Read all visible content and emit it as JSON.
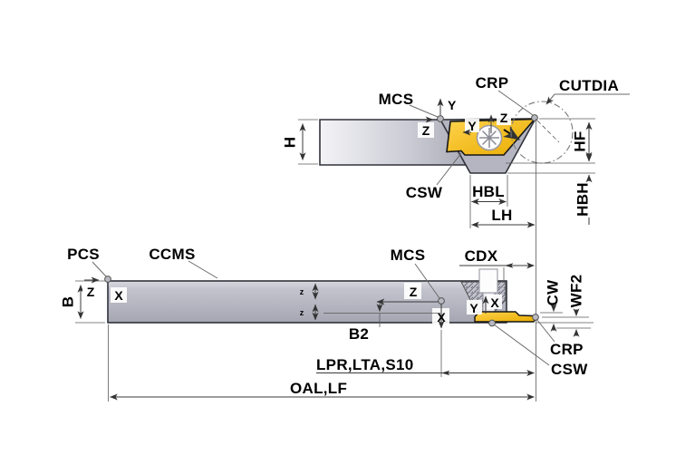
{
  "figure": {
    "description": "Technical dimension drawing of a cut-off / grooving tool holder with indexable yellow insert, shown in side elevation view (top) and plan view (bottom)",
    "colors": {
      "insert_yellow": "#F2B705",
      "body_gray_light": "#F2F2F6",
      "body_gray_dark": "#9FA1AD",
      "bar_gray": "#B3B4BF",
      "outline": "#30323A",
      "dimension_line": "#3A3A3A",
      "marker_dot": "#B9B9C2",
      "background": "#FFFFFF"
    },
    "side_view": {
      "labels": {
        "mcs": "MCS",
        "axis_y": "Y",
        "axis_z": "Z",
        "crp": "CRP",
        "cutdia": "CUTDIA",
        "insert_axis_y": "Y",
        "insert_axis_z": "Z",
        "height": "H",
        "csw": "CSW",
        "hbl": "HBL",
        "lh": "LH",
        "hf": "HF",
        "hbh": "HBH"
      }
    },
    "top_view": {
      "labels": {
        "pcs": "PCS",
        "ccms": "CCMS",
        "width": "B",
        "pcs_axis_z": "Z",
        "pcs_axis_x": "X",
        "mcs": "MCS",
        "mcs_axis_z": "Z",
        "mcs_axis_x": "X",
        "b2": "B2",
        "cdx": "CDX",
        "insert_axis_y": "Y",
        "insert_axis_x": "X",
        "cw": "CW",
        "wf2": "WF2",
        "crp": "CRP",
        "csw": "CSW",
        "lpr": "LPR,LTA,S10",
        "oal": "OAL,LF",
        "half_tick": "z"
      }
    }
  }
}
